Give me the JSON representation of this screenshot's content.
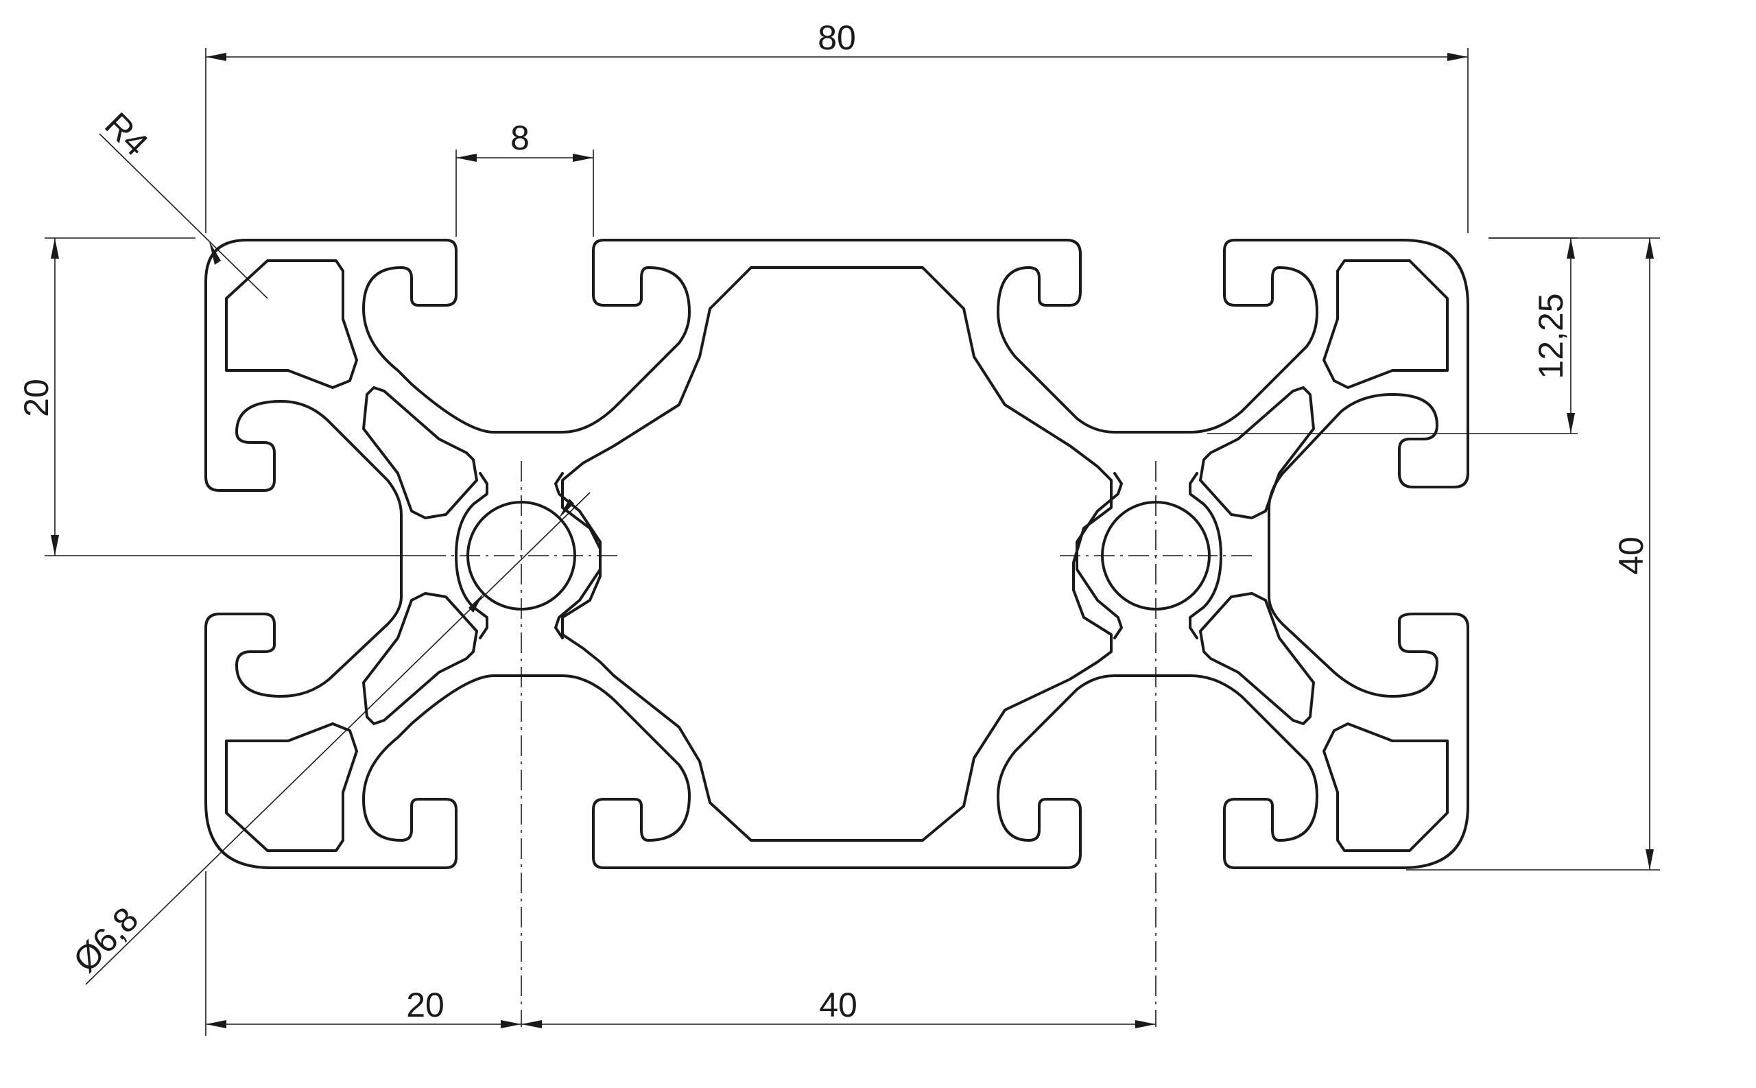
{
  "drawing": {
    "overall_width": "80",
    "slot_width": "8",
    "corner_radius": "R4",
    "left_pitch_height": "20",
    "slot_depth": "12,25",
    "overall_height": "40",
    "hole_diameter": "Ø6,8",
    "bottom_offset": "20",
    "bottom_pitch": "40"
  }
}
